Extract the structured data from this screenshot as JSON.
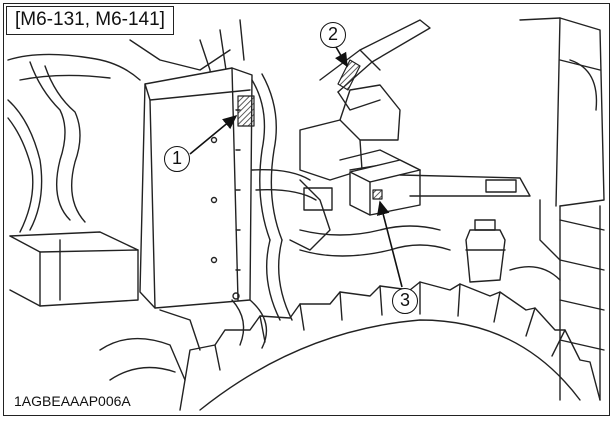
{
  "figure": {
    "model_label": "[M6-131, M6-141]",
    "figure_code": "1AGBEAAAP006A"
  },
  "callouts": [
    {
      "id": "1",
      "text": "1"
    },
    {
      "id": "2",
      "text": "2"
    },
    {
      "id": "3",
      "text": "3"
    }
  ],
  "colors": {
    "line": "#222222",
    "hatch": "#555555",
    "background": "#ffffff"
  }
}
